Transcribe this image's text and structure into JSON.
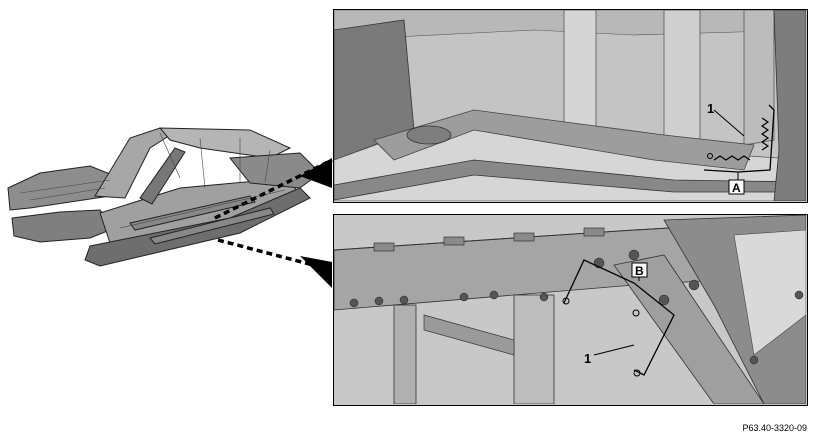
{
  "figure_code": "P63.40-3320-09",
  "top_panel": {
    "callout_number": "1",
    "callout_letter": "A"
  },
  "bottom_panel": {
    "callout_number": "1",
    "callout_letter": "B"
  }
}
